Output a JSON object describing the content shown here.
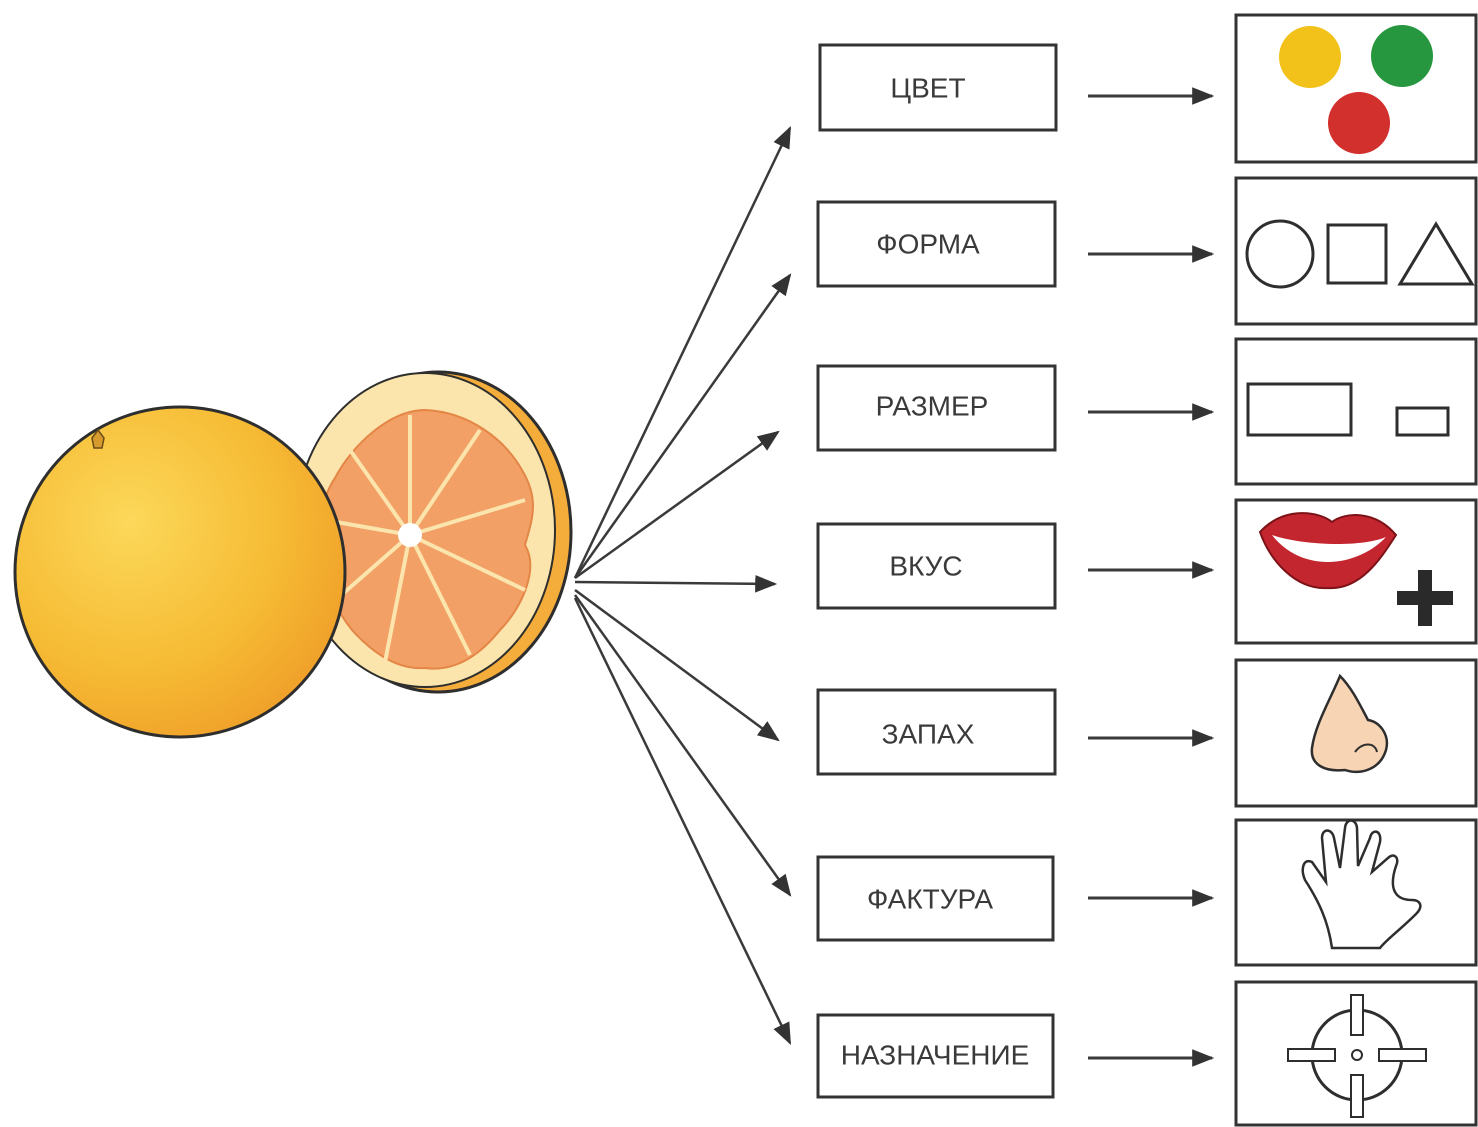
{
  "labels": {
    "color": "ЦВЕТ",
    "shape": "ФОРМА",
    "size": "РАЗМЕР",
    "taste": "ВКУС",
    "smell": "ЗАПАХ",
    "texture": "ФАКТУРА",
    "purpose": "НАЗНАЧЕНИЕ"
  },
  "icons": {
    "color": "traffic-light-dots-icon",
    "shape": "circle-square-triangle-icon",
    "size": "big-small-rectangles-icon",
    "taste": "lips-plus-icon",
    "smell": "nose-icon",
    "texture": "hand-icon",
    "purpose": "target-crosshair-icon"
  },
  "colors": {
    "dot_yellow": "#f2c21a",
    "dot_green": "#27973f",
    "dot_red": "#d2302c",
    "orange_peel": "#f6bb34",
    "orange_flesh": "#f2a066",
    "orange_pith": "#fbe5ad",
    "lips": "#c4262f",
    "nose": "#f6d4b4"
  }
}
